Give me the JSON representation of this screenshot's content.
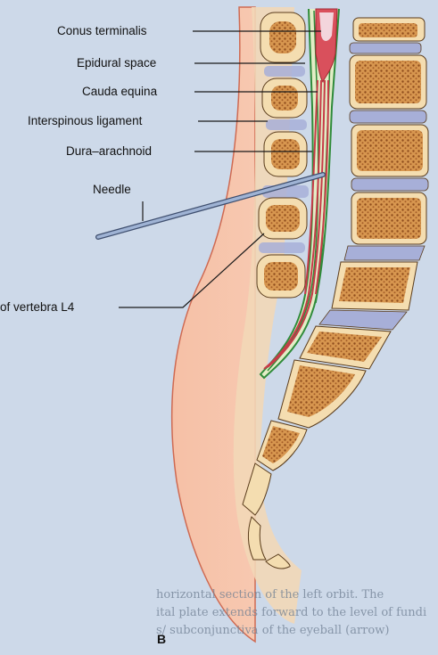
{
  "labels": {
    "conus": "Conus terminalis",
    "epidural": "Epidural space",
    "cauda": "Cauda equina",
    "interspinous": "Interspinous ligament",
    "dura": "Dura–arachnoid",
    "needle": "Needle",
    "l4": "of vertebra L4"
  },
  "figure_letter": "B",
  "background_text": [
    "horizontal section of the left orbit. The",
    "ital plate extends forward to the level of fundi",
    "s/ subconjunctiva of the eyeball (arrow)"
  ],
  "colors": {
    "background": "#cdd9e9",
    "skin": "#f6c0a6",
    "bone": "#f4ddb0",
    "marrow": "#c9823d",
    "disc": "#a7afd8",
    "cord": "#d9505c",
    "dura": "#2f8b3a",
    "needle": "#8fa5c8"
  }
}
